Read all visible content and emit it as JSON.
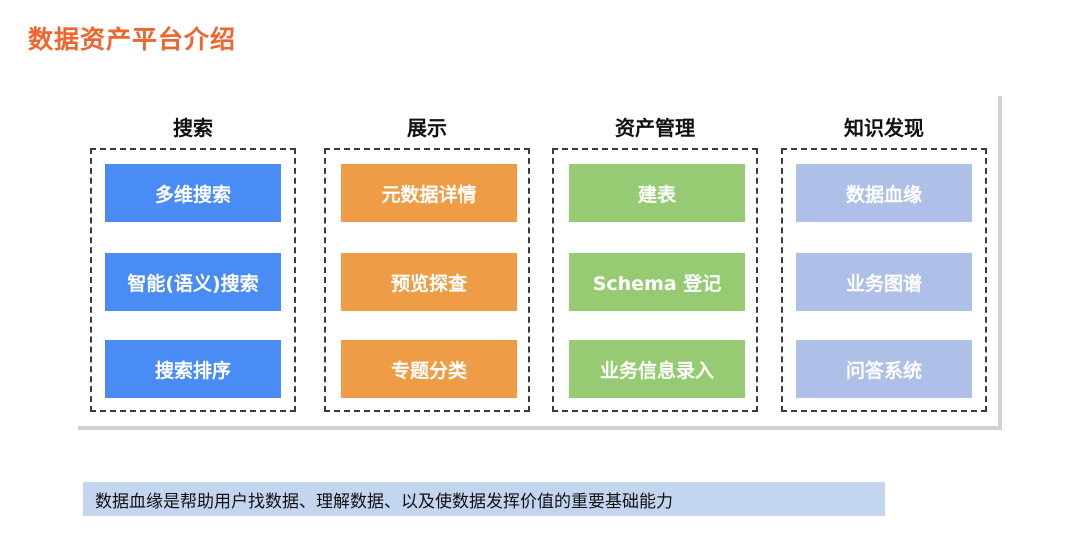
{
  "title": "数据资产平台介绍",
  "columns": [
    {
      "header": "搜索",
      "items": [
        "多维搜索",
        "智能(语义)搜索",
        "搜索排序"
      ],
      "color": "#4a8cf6"
    },
    {
      "header": "展示",
      "items": [
        "元数据详情",
        "预览探查",
        "专题分类"
      ],
      "color": "#ee9d46"
    },
    {
      "header": "资产管理",
      "items": [
        "建表",
        "Schema 登记",
        "业务信息录入"
      ],
      "color": "#97cb73"
    },
    {
      "header": "知识发现",
      "items": [
        "数据血缘",
        "业务图谱",
        "问答系统"
      ],
      "color": "#aebfe8"
    }
  ],
  "note": "数据血缘是帮助用户找数据、理解数据、以及使数据发挥价值的重要基础能力",
  "colors": {
    "title": "#f0642d",
    "note_bg": "#c4d6ef"
  }
}
